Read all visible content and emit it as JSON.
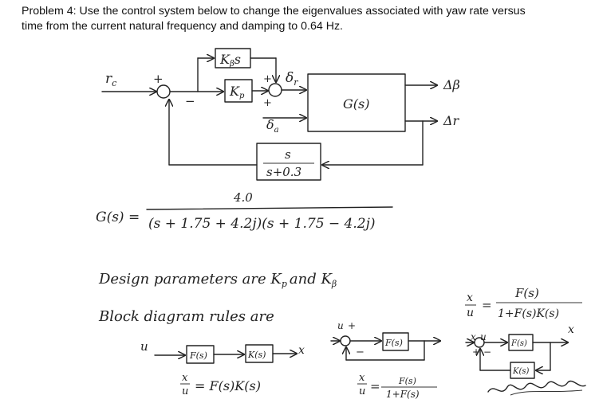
{
  "problem": {
    "line1": "Problem 4: Use the control system below to change the eigenvalues associated with yaw rate versus",
    "line2": "time from the current natural frequency and damping to 0.64 Hz."
  },
  "diagram": {
    "r_in": "r",
    "r_sub": "c",
    "plus": "+",
    "minus": "−",
    "ks": "K",
    "ks_sub": "β",
    "ks_s": "s",
    "kp": "K",
    "kp_sub": "p",
    "delta_r": "δ",
    "delta_r_sub": "r",
    "delta_a": "δ",
    "delta_a_sub": "a",
    "plant": "G(s)",
    "out_beta": "Δβ",
    "out_r": "Δr",
    "fb_num": "s",
    "fb_den": "s+0.3"
  },
  "gs_eq": {
    "lhs": "G(s) =",
    "num": "4.0",
    "den": "(s + 1.75 + 4.2j)(s + 1.75 − 4.2j)"
  },
  "notes": {
    "design": "Design parameters are K",
    "design_p": "p",
    "design_and": "and K",
    "design_b": "β",
    "block_rules": "Block diagram rules are"
  },
  "rules": {
    "u": "u",
    "x": "x",
    "plus": "+",
    "minus": "−",
    "fs": "F(s)",
    "ks": "K(s)",
    "series_eq": "x/u = F(s)K(s)",
    "unity_eq": "x/u = F(s) / (1+F(s))",
    "general_num": "F(s)",
    "general_den": "1+F(s)K(s)"
  }
}
